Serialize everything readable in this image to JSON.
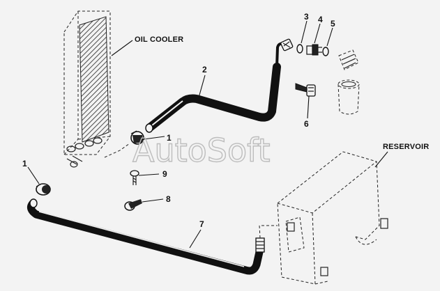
{
  "labels": {
    "oil_cooler": "OIL COOLER",
    "reservoir": "RESERVOIR",
    "watermark": "AutoSoft"
  },
  "callouts": {
    "clamp_upper": "1",
    "clamp_lower": "1",
    "hose_upper": "2",
    "ring_a": "3",
    "fitting": "4",
    "ring_b": "5",
    "elbow": "6",
    "hose_lower": "7",
    "bracket": "8",
    "bolt": "9"
  }
}
